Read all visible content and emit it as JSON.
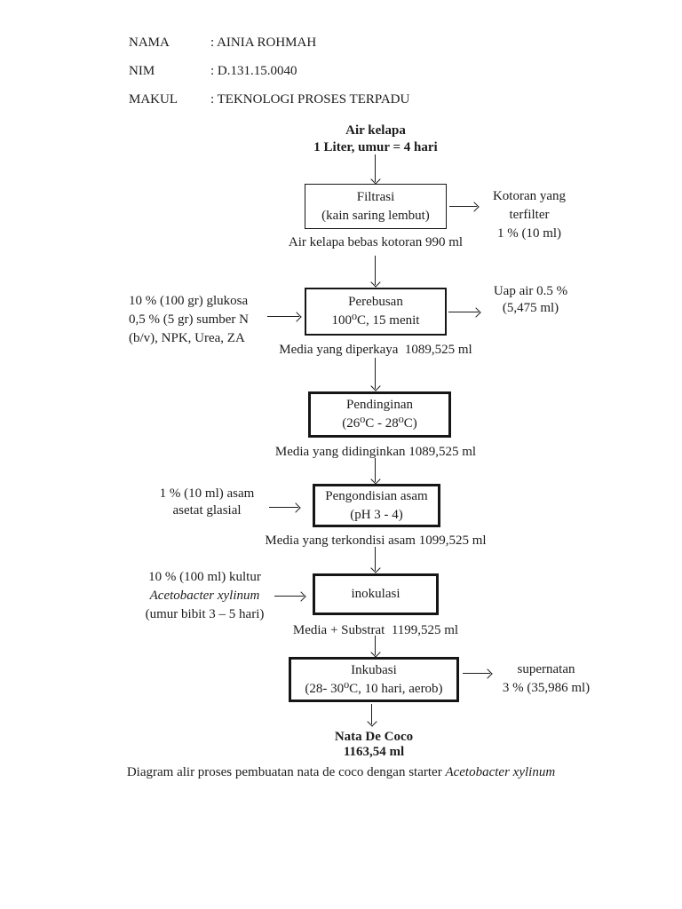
{
  "header": {
    "rows": [
      {
        "label": "NAMA",
        "value": ": AINIA ROHMAH"
      },
      {
        "label": "NIM",
        "value": ": D.131.15.0040"
      },
      {
        "label": "MAKUL",
        "value": ": TEKNOLOGI PROSES TERPADU"
      }
    ]
  },
  "flow": {
    "source": {
      "title": "Air kelapa",
      "subtitle": "1 Liter, umur = 4 hari"
    },
    "boxes": {
      "filtrasi": {
        "line1": "Filtrasi",
        "line2": "(kain saring lembut)"
      },
      "perebusan": {
        "line1": "Perebusan",
        "line2": "100⁰C, 15 menit"
      },
      "pendinginan": {
        "line1": "Pendinginan",
        "line2": "(26⁰C - 28⁰C)"
      },
      "pengondisian": {
        "line1": "Pengondisian asam",
        "line2": "(pH 3 - 4)"
      },
      "inokulasi": {
        "line1": "inokulasi"
      },
      "inkubasi": {
        "line1": "Inkubasi",
        "line2": "(28- 30⁰C, 10 hari, aerob)"
      }
    },
    "streams": {
      "s1": "Air kelapa bebas kotoran 990 ml",
      "s2": "Media yang diperkaya  1089,525 ml",
      "s3": "Media yang didinginkan 1089,525 ml",
      "s4": "Media yang terkondisi asam 1099,525 ml",
      "s5": "Media + Substrat  1199,525 ml"
    },
    "inputs": {
      "glukosa": {
        "line1": "10 % (100 gr) glukosa",
        "line2": "0,5 % (5 gr) sumber N",
        "line3": "(b/v), NPK, Urea, ZA"
      },
      "asam": {
        "line1": "1 % (10 ml) asam",
        "line2": "asetat glasial"
      },
      "kultur": {
        "line1": "10 % (100 ml) kultur",
        "line2": "Acetobacter xylinum",
        "line3": "(umur bibit 3 – 5 hari)"
      }
    },
    "outputs": {
      "kotoran": {
        "line1": "Kotoran yang",
        "line2": "terfilter",
        "line3": "1 % (10 ml)"
      },
      "uap": {
        "line1": "Uap air 0.5 %",
        "line2": "(5,475 ml)"
      },
      "supernatan": {
        "line1": "supernatan",
        "line2": "3 % (35,986 ml)"
      }
    },
    "product": {
      "line1": "Nata De Coco",
      "line2": "1163,54 ml"
    }
  },
  "caption": {
    "text": "Diagram alir proses pembuatan nata de coco dengan starter ",
    "species": "Acetobacter xylinum"
  }
}
